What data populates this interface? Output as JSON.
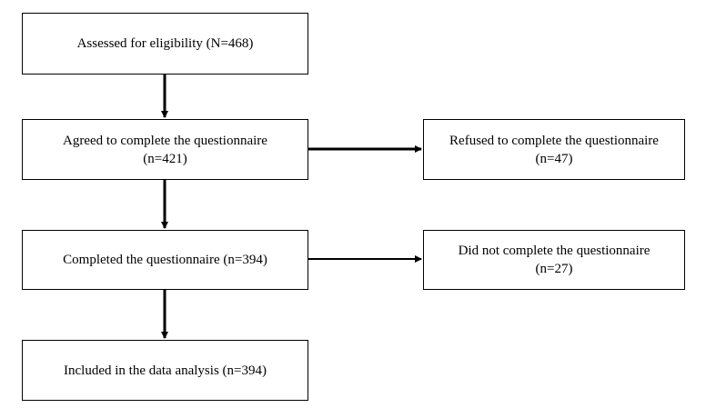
{
  "flowchart": {
    "assessed": {
      "line1": "Assessed for eligibility (N=468)"
    },
    "agreed": {
      "line1": "Agreed to complete the questionnaire",
      "line2": "(n=421)"
    },
    "refused": {
      "line1": "Refused to complete the questionnaire",
      "line2": "(n=47)"
    },
    "completed": {
      "line1": "Completed the questionnaire (n=394)"
    },
    "not_completed": {
      "line1": "Did not complete the questionnaire",
      "line2": "(n=27)"
    },
    "included": {
      "line1": "Included in the data analysis (n=394)"
    }
  },
  "colors": {
    "stroke": "#000000",
    "background": "#ffffff"
  }
}
